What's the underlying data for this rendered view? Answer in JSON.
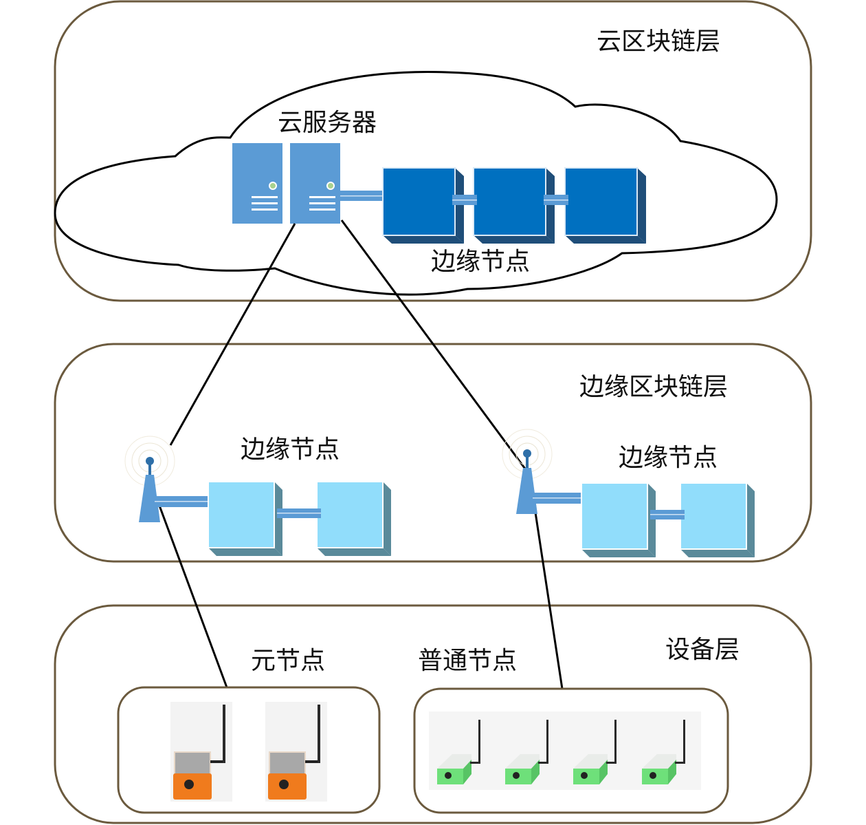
{
  "layers": {
    "cloud": {
      "title": "云区块链层",
      "server_label": "云服务器",
      "edge_label": "边缘节点",
      "server_count": 2,
      "edge_node_count": 3
    },
    "edge": {
      "title": "边缘区块链层",
      "left_group_label": "边缘节点",
      "right_group_label": "边缘节点",
      "nodes_per_group": 2
    },
    "device": {
      "title": "设备层",
      "meta_group_label": "元节点",
      "normal_group_label": "普通节点",
      "meta_device_count": 2,
      "normal_device_count": 4
    }
  },
  "colors": {
    "layer_border": "#6b5a3e",
    "server_fill": "#5b9bd5",
    "server_led": "#a9d18e",
    "cloud_edge_node": "#0070c0",
    "cloud_edge_node_shade": "#1f4e79",
    "edge_node": "#91ddfb",
    "edge_node_shade": "#5a8a9a",
    "link": "#5b9bd5",
    "tower": "#5b9bd5",
    "meta_device": "#f07b1d",
    "normal_device": "#6ee07a"
  }
}
